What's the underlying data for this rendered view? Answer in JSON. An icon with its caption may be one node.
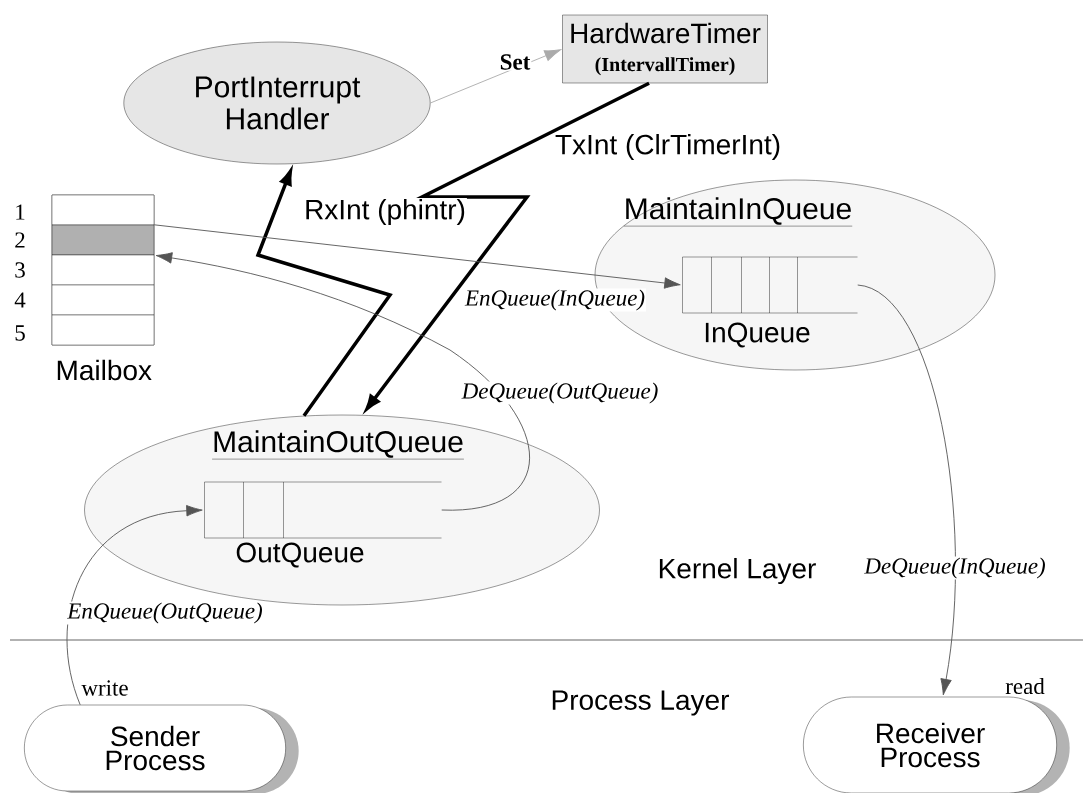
{
  "diagram": {
    "nodes": [
      {
        "text": [
          "PortInterrupt Handler"
        ]
      },
      {
        "text": [
          "HardwareTimer",
          "(IntervallTimer)"
        ]
      },
      {
        "text": [
          "Mailbox"
        ]
      },
      {
        "text": [],
        "shape": "box",
        "in": 2
      },
      {
        "text": [],
        "shape": "box",
        "in": 2
      },
      {
        "text": [],
        "shape": "box",
        "in": 2
      },
      {
        "text": [],
        "shape": "box",
        "in": 2
      },
      {
        "text": [],
        "shape": "box",
        "in": 2
      },
      {
        "text": [
          "MaintainInQueue"
        ]
      },
      {
        "text": [
          "InQueue"
        ],
        "in": 8
      },
      {
        "text": [
          "MaintainOutQueue"
        ]
      },
      {
        "text": [
          "OutQueue"
        ],
        "in": 10
      },
      {
        "text": [
          "Sender Process"
        ],
        "beside": [
          "write"
        ]
      },
      {
        "text": [
          "Receiver Process"
        ],
        "beside": [
          "read"
        ]
      }
    ],
    "edges": [
      {
        "from": 0,
        "to": 1,
        "arrow": "to",
        "label": "Set",
        "color": "#aaaaaa"
      },
      {
        "from": 1,
        "to": 10,
        "arrow": "to",
        "label": "TxInt (ClrTimerInt)",
        "style": "thick",
        "color": "#000000"
      },
      {
        "from": 10,
        "to": 0,
        "arrow": "to",
        "label": "RxInt (phintr)",
        "style": "thick",
        "color": "#000000"
      },
      {
        "from": 4,
        "to": 9,
        "arrow": "to",
        "label": "EnQueue(InQueue)"
      },
      {
        "from": 11,
        "to": 4,
        "arrow": "to",
        "label": "DeQueue(OutQueue)"
      },
      {
        "from": 9,
        "to": 13,
        "arrow": "to",
        "label": "DeQueue(InQueue)"
      },
      {
        "from": 12,
        "to": 11,
        "arrow": "to",
        "label": "EnQueue(OutQueue)"
      }
    ],
    "labels": [
      "1",
      "2",
      "3",
      "4",
      "5",
      "Kernel Layer",
      "Process Layer"
    ]
  }
}
